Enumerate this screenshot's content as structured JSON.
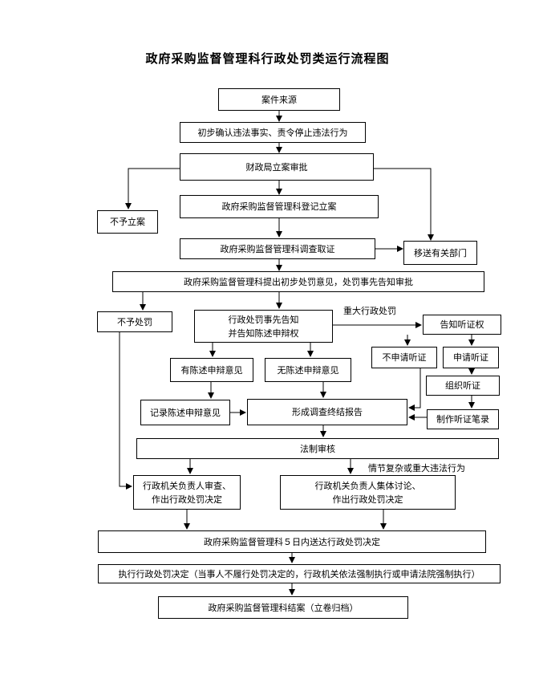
{
  "title": "政府采购监督管理科行政处罚类运行流程图",
  "nodes": {
    "source": "案件来源",
    "confirm": "初步确认违法事实、责令停止违法行为",
    "file": "财政局立案审批",
    "no_file": "不予立案",
    "register": "政府采购监督管理科登记立案",
    "investigate": "政府采购监督管理科调查取证",
    "transfer": "移送有关部门",
    "proposal": "政府采购监督管理科提出初步处罚意见，处罚事先告知审批",
    "no_penalty": "不予处罚",
    "notify_line1": "行政处罚事先告知",
    "notify_line2": "并告知陈述申辩权",
    "hearing_right": "告知听证权",
    "has_defense": "有陈述申辩意见",
    "no_defense": "无陈述申辩意见",
    "no_hearing": "不申请听证",
    "apply_hearing": "申请听证",
    "organize_hearing": "组织听证",
    "record_defense": "记录陈述申辩意见",
    "final_report": "形成调查终结报告",
    "hearing_record": "制作听证笔录",
    "legal_review": "法制审核",
    "head_review_line1": "行政机关负责人审查、",
    "head_review_line2": "作出行政处罚决定",
    "collective_line1": "行政机关负责人集体讨论、",
    "collective_line2": "作出行政处罚决定",
    "deliver": "政府采购监督管理科５日内送达行政处罚决定",
    "execute": "执行行政处罚决定（当事人不履行处罚决定的，行政机关依法强制执行或申请法院强制执行）",
    "close": "政府采购监督管理科结案（立卷归档）"
  },
  "labels": {
    "major_penalty": "重大行政处罚",
    "complex_case": "情节复杂或重大违法行为"
  }
}
